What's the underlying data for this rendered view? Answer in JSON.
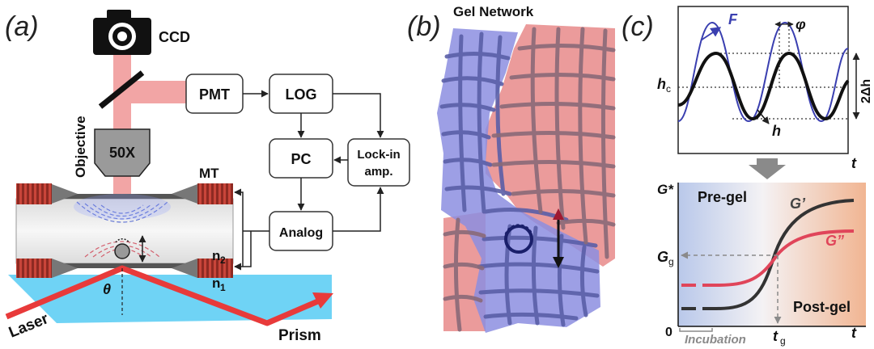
{
  "panel_a": {
    "tag": "(a)",
    "ccd": "CCD",
    "pmt": "PMT",
    "log": "LOG",
    "pc": "PC",
    "lockin_line1": "Lock-in",
    "lockin_line2": "amp.",
    "analog": "Analog",
    "objective": "Objective",
    "mag": "50X",
    "mt": "MT",
    "n2_base": "n",
    "n2_sub": "2",
    "n1_base": "n",
    "n1_sub": "1",
    "theta": "θ",
    "laser": "Laser",
    "prism": "Prism"
  },
  "panel_b": {
    "tag": "(b)",
    "title": "Gel Network"
  },
  "panel_c": {
    "tag": "(c)",
    "F": "F",
    "phi": "φ",
    "hc_base": "h",
    "hc_sub": "c",
    "h": "h",
    "two_dh": "2Δh",
    "t_top": "t",
    "gstar": "G*",
    "pregel": "Pre-gel",
    "gprime": "G’",
    "gdprime": "G”",
    "gg_base": "G",
    "gg_sub": "g",
    "postgel": "Post-gel",
    "zero": "0",
    "incubation": "Incubation",
    "tg_base": "t",
    "tg_sub": "g",
    "t_bottom": "t"
  },
  "colors": {
    "pink_beam": "#f2a5a5",
    "blue_gel": "#8c8ee0",
    "red_gel": "#e88a8a",
    "strand_blue": "#5a5fa8",
    "strand_red": "#8a6a78",
    "prism": "#6fd3f5",
    "sine_blue": "#3a3fb0",
    "gpp_red": "#e0455a",
    "laser_red": "#e83a3a"
  }
}
